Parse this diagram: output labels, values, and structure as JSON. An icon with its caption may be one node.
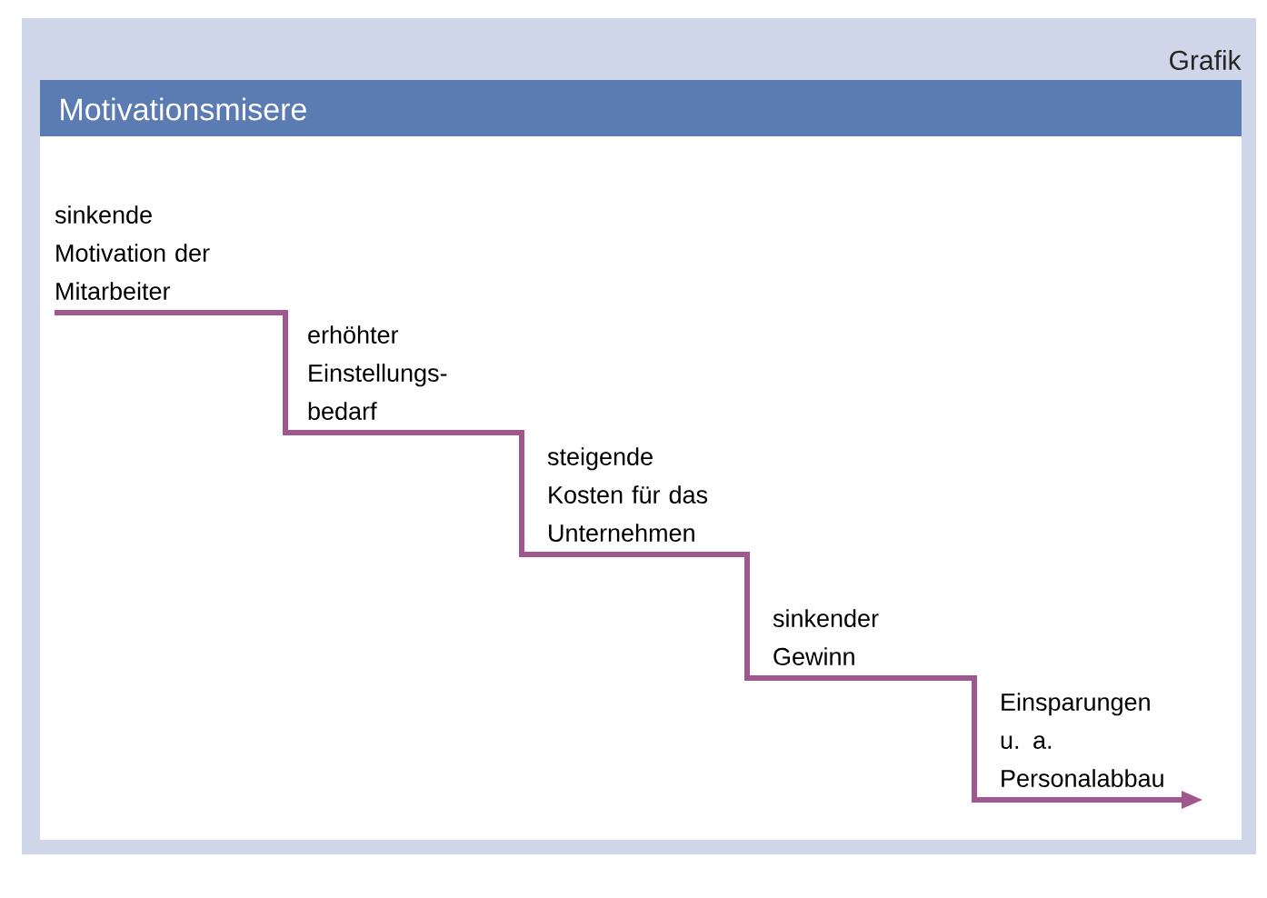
{
  "diagram": {
    "title": "Motivationsmisere",
    "nodes": [
      {
        "text": [
          "sinkende Motivation der Mitarbeiter"
        ]
      },
      {
        "text": [
          "erhöhter Einstellungs-bedarf"
        ]
      },
      {
        "text": [
          "steigende Kosten für das Unternehmen"
        ]
      },
      {
        "text": [
          "sinkender Gewinn"
        ]
      },
      {
        "text": [
          "Einsparungen u. a. Personalabbau"
        ]
      }
    ],
    "edges": [
      {
        "from": 0,
        "to": 1,
        "arrow": "none"
      },
      {
        "from": 1,
        "to": 2,
        "arrow": "none"
      },
      {
        "from": 2,
        "to": 3,
        "arrow": "none"
      },
      {
        "from": 3,
        "to": 4,
        "arrow": "none"
      },
      {
        "from": 4,
        "to": null,
        "arrow": "to"
      }
    ],
    "labels": [
      "Grafik"
    ]
  }
}
